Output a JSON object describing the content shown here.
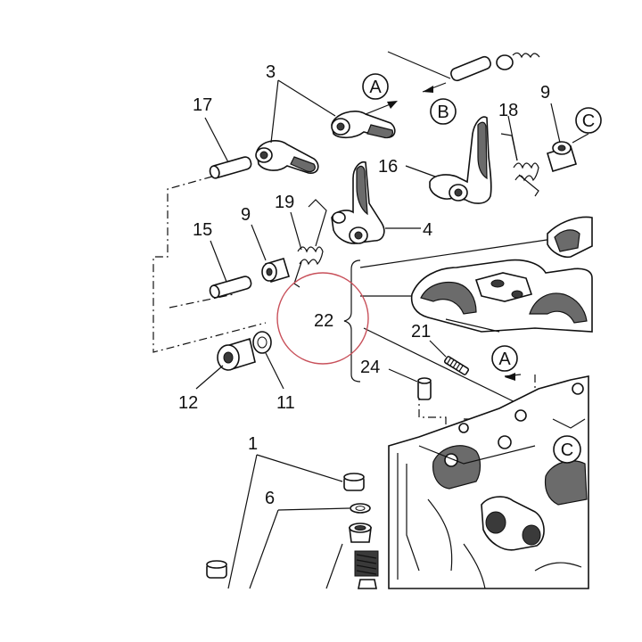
{
  "callouts": {
    "n1": "1",
    "n3": "3",
    "n4": "4",
    "n6": "6",
    "n9a": "9",
    "n9b": "9",
    "n11": "11",
    "n12": "12",
    "n15": "15",
    "n16": "16",
    "n17": "17",
    "n18": "18",
    "n19": "19",
    "n21": "21",
    "n22": "22",
    "n24": "24"
  },
  "view_markers": {
    "a_top": "A",
    "b": "B",
    "c_right": "C",
    "a_mid": "A",
    "c_bottom": "C"
  },
  "colors": {
    "ink": "#111111",
    "highlight_circle": "#c8505a",
    "background": "#ffffff"
  }
}
